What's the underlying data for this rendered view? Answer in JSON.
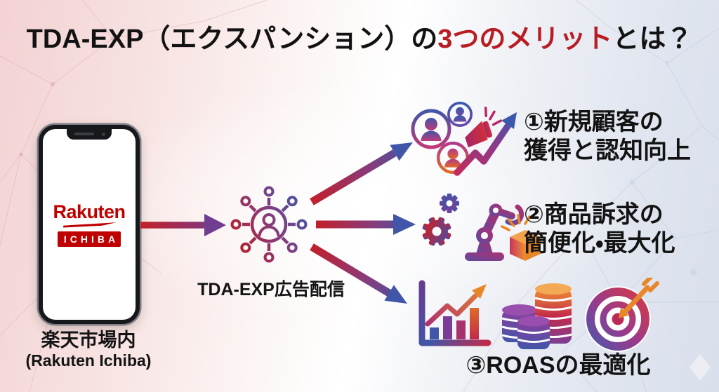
{
  "title": {
    "part1": "TDA-EXP（エクスパンション）の",
    "part2": "3つのメリット",
    "part3": "とは？",
    "highlight_color": "#b81d23"
  },
  "phone": {
    "logo_primary": "Rakuten",
    "logo_secondary": "ICHIBA",
    "caption_line1": "楽天市場内",
    "caption_line2": "(Rakuten Ichiba)",
    "brand_color": "#bf0000"
  },
  "hub": {
    "label": "TDA-EXP広告配信",
    "icon": "network-broadcast-icon"
  },
  "benefits": [
    {
      "line1": "①新規顧客の",
      "line2": "獲得と認知向上",
      "icons": [
        "audience-icon",
        "megaphone-icon",
        "growth-arrow-icon"
      ]
    },
    {
      "line1": "②商品訴求の",
      "line2": "簡便化・最大化",
      "icons": [
        "gear-icon",
        "robot-arm-icon",
        "box-icon"
      ]
    },
    {
      "line1": "③ROASの最適化",
      "icons": [
        "bar-chart-icon",
        "coins-icon",
        "target-dart-icon"
      ]
    }
  ],
  "colors": {
    "accent_red": "#b81d23",
    "rakuten_red": "#bf0000",
    "arrow_red": "#c2202a",
    "arrow_purple": "#8a3a78",
    "arrow_blue": "#4156a8",
    "dart_orange": "#e8872a",
    "bg_left_pink": "#f3d2d4",
    "bg_right_blue": "#d9dfeb",
    "text_black": "#141414"
  }
}
